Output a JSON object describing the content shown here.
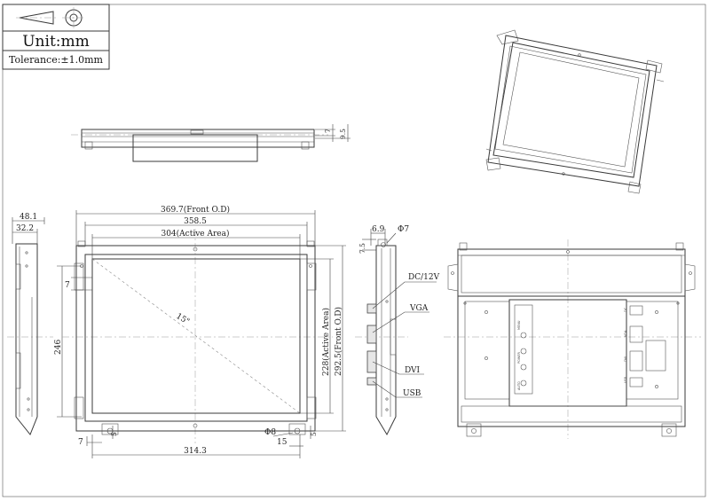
{
  "header": {
    "unit": "Unit:mm",
    "tolerance": "Tolerance:±1.0mm"
  },
  "dims": {
    "front_od_w": "369.7(Front O.D)",
    "mount_w": "358.5",
    "active_w": "304(Active Area)",
    "active_h": "228(Active Area)",
    "front_od_h": "292.5(Front O.D)",
    "height_246": "246",
    "bottom_w": "314.3",
    "diag": "15\"",
    "d7_left": "7",
    "d7_bottom": "7",
    "d5_bl": "5",
    "d5_br": "5",
    "d15": "15",
    "phi8": "Φ8",
    "side_48": "48.1",
    "side_32": "32.2",
    "top_7": "7",
    "top_95": "9.5",
    "r_69": "6.9",
    "r_phi7": "Φ7",
    "r_75": "7.5"
  },
  "callouts": {
    "dc": "DC/12V",
    "vga": "VGA",
    "dvi": "DVI",
    "usb": "USB"
  },
  "board_labels": {
    "menu": "MENU",
    "power": "POWER",
    "auto": "AUTO",
    "dc": "DC",
    "vga": "VGA",
    "dvi": "DVI",
    "usb": "USB"
  }
}
